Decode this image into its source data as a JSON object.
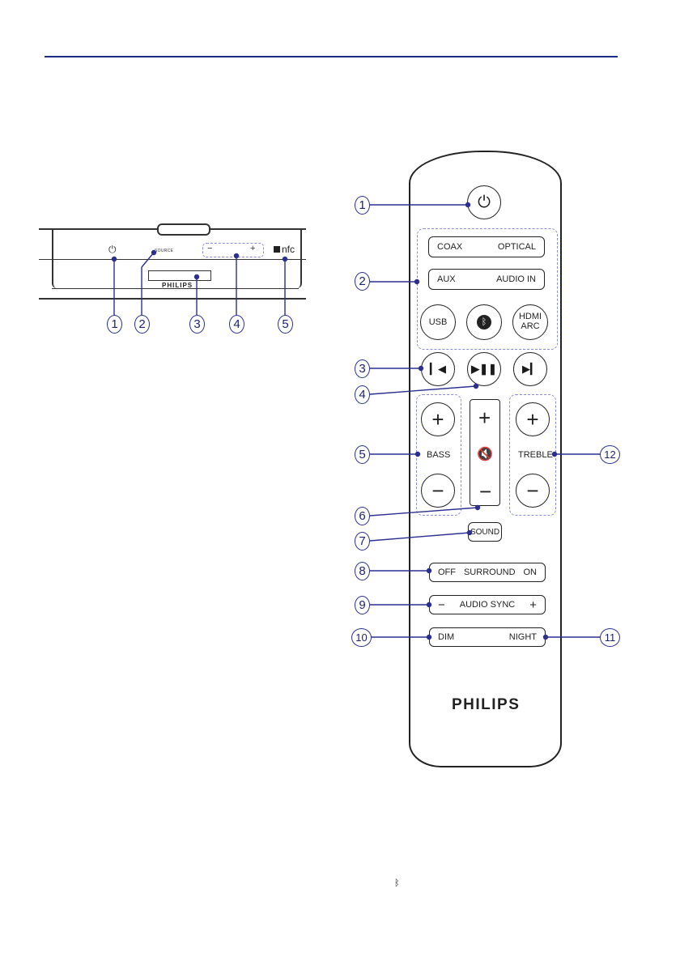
{
  "panel": {
    "source_label": "SOURCE",
    "vol_minus": "−",
    "vol_plus": "+",
    "nfc_label": "nfc",
    "brand": "PHILIPS",
    "callouts": [
      "1",
      "2",
      "3",
      "4",
      "5"
    ]
  },
  "remote": {
    "coax": "COAX",
    "optical": "OPTICAL",
    "aux": "AUX",
    "audio_in": "AUDIO IN",
    "usb": "USB",
    "hdmi_arc_line1": "HDMI",
    "hdmi_arc_line2": "ARC",
    "bass": "BASS",
    "treble": "TREBLE",
    "plus": "+",
    "minus": "−",
    "sound": "SOUND",
    "off": "OFF",
    "surround": "SURROUND",
    "on": "ON",
    "audio_sync": "AUDIO SYNC",
    "dim": "DIM",
    "night": "NIGHT",
    "brand": "PHILIPS",
    "callouts": [
      "1",
      "2",
      "3",
      "4",
      "5",
      "6",
      "7",
      "8",
      "9",
      "10",
      "11",
      "12"
    ]
  },
  "colors": {
    "rule": "#1c2a8a",
    "callout": "#2b2f8f",
    "dashed_group": "#8b8bd6"
  }
}
